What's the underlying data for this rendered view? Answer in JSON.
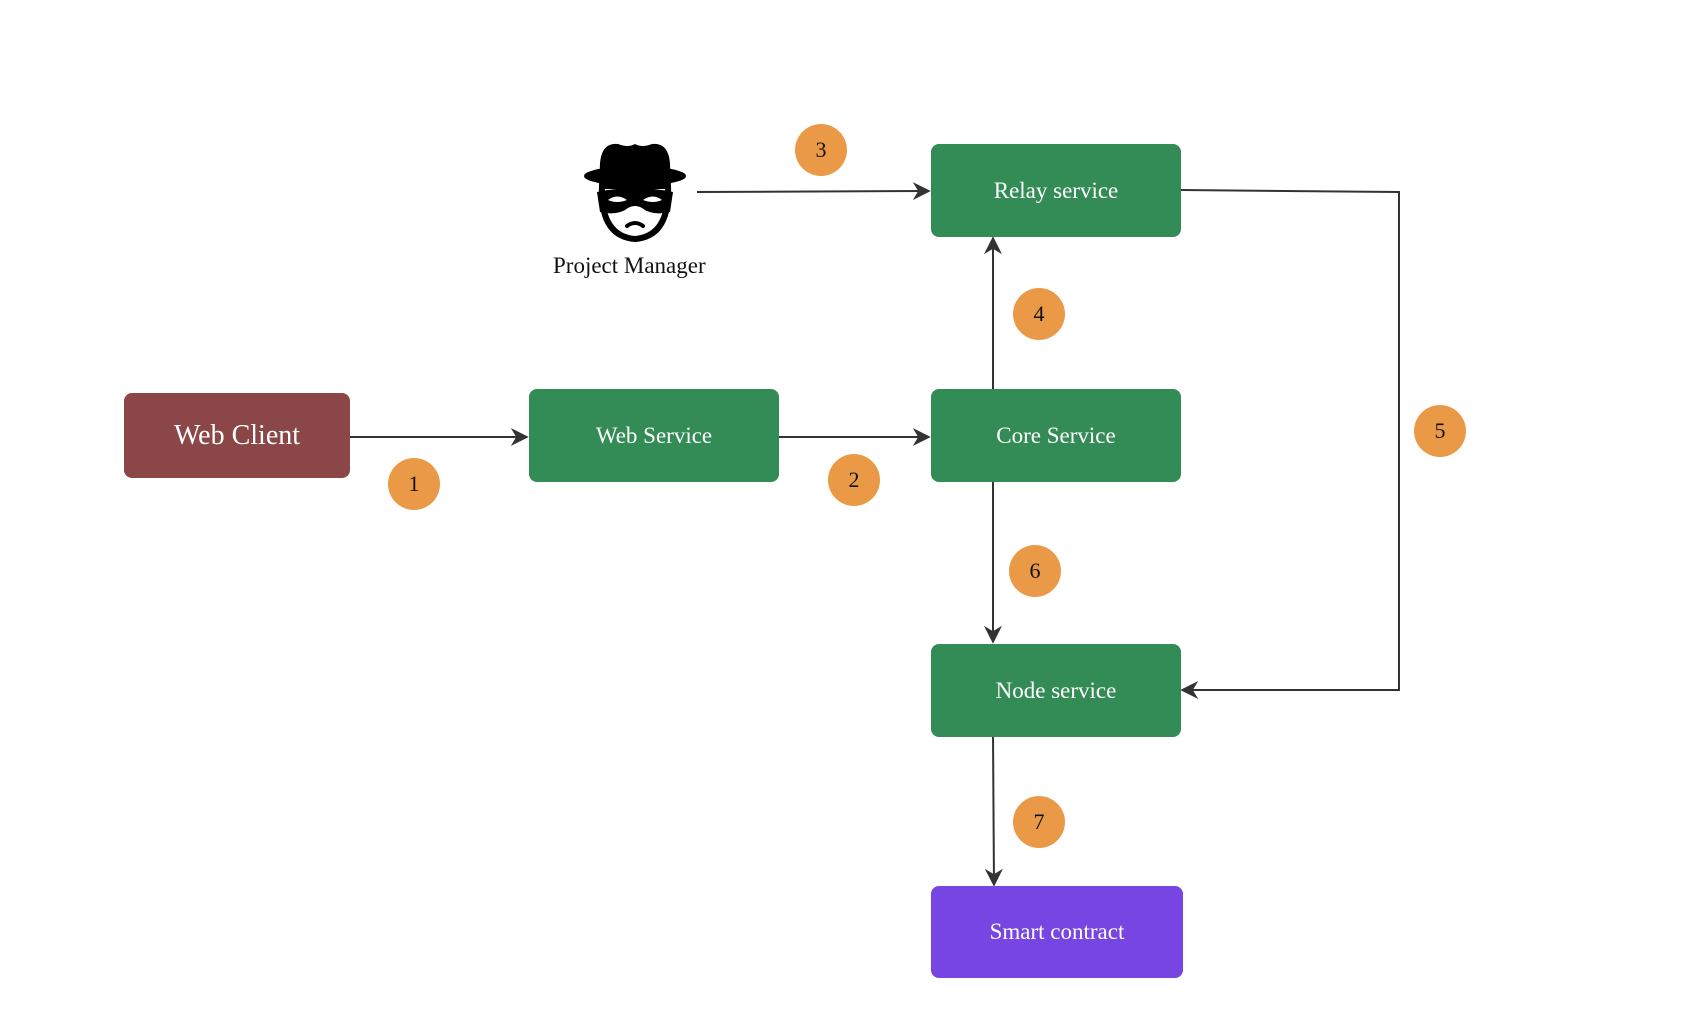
{
  "colors": {
    "client": "#8b4747",
    "service": "#338c56",
    "contract": "#7645e2",
    "badge": "#ea9a46",
    "edge": "#333333"
  },
  "actor": {
    "label": "Project Manager",
    "icon": "spy-icon"
  },
  "nodes": {
    "web_client": "Web Client",
    "web_service": "Web Service",
    "core_service": "Core Service",
    "relay_service": "Relay service",
    "node_service": "Node service",
    "smart_contract": "Smart contract"
  },
  "steps": [
    "1",
    "2",
    "3",
    "4",
    "5",
    "6",
    "7"
  ],
  "edges": [
    {
      "from": "web_client",
      "to": "web_service",
      "step": "1"
    },
    {
      "from": "web_service",
      "to": "core_service",
      "step": "2"
    },
    {
      "from": "project_manager",
      "to": "relay_service",
      "step": "3"
    },
    {
      "from": "core_service",
      "to": "relay_service",
      "step": "4"
    },
    {
      "from": "relay_service",
      "to": "node_service",
      "step": "5"
    },
    {
      "from": "core_service",
      "to": "node_service",
      "step": "6"
    },
    {
      "from": "node_service",
      "to": "smart_contract",
      "step": "7"
    }
  ]
}
